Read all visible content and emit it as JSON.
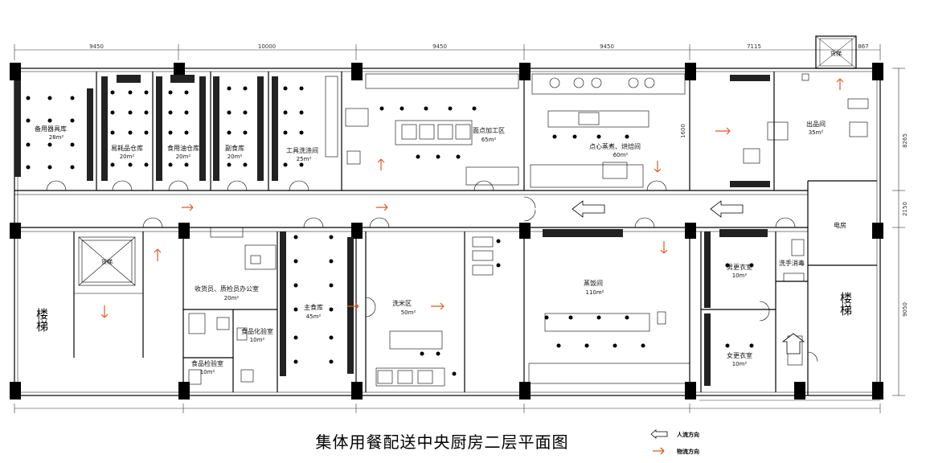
{
  "title": "集体用餐配送中央厨房二层平面图",
  "legend": {
    "people_flow": "人流方向",
    "goods_flow": "物流方向"
  },
  "dimensions": {
    "top": [
      "9450",
      "10000",
      "9450",
      "9450",
      "7115",
      "867"
    ],
    "right": [
      "8265",
      "2150",
      "9050"
    ],
    "middle": "1600"
  },
  "elevators": {
    "top_right": "货梯",
    "left": "货梯"
  },
  "stairs": {
    "left": "楼梯",
    "right": "楼梯"
  },
  "rooms": {
    "spare_tools": {
      "name": "备用器具库",
      "area": "28m²"
    },
    "consumables": {
      "name": "易耗品仓库",
      "area": "20m²"
    },
    "oil": {
      "name": "食用油仓库",
      "area": "20m²"
    },
    "side": {
      "name": "副食库",
      "area": "20m²"
    },
    "tool_wash": {
      "name": "工具洗涤间",
      "area": "25m²"
    },
    "pastry_prep": {
      "name": "面点加工区",
      "area": "65m²"
    },
    "pastry_cook": {
      "name": "点心蒸煮、烘焙间",
      "area": "60m²"
    },
    "outlet": {
      "name": "出品间",
      "area": "35m²"
    },
    "electrical": {
      "name": "电房",
      "area": ""
    },
    "office": {
      "name": "收货员、质检员办公室",
      "area": "20m²"
    },
    "chem_lab": {
      "name": "食品化验室",
      "area": "10m²"
    },
    "inspection": {
      "name": "食品检验室",
      "area": "10m²"
    },
    "main_store": {
      "name": "主食库",
      "area": "45m²"
    },
    "rice_wash": {
      "name": "洗米区",
      "area": "50m²"
    },
    "rice_cook": {
      "name": "蒸饭间",
      "area": "110m²"
    },
    "men_change": {
      "name": "男更衣室",
      "area": "10m²"
    },
    "women_change": {
      "name": "女更衣室",
      "area": "10m²"
    },
    "handwash": {
      "name": "洗手消毒",
      "area": ""
    }
  }
}
